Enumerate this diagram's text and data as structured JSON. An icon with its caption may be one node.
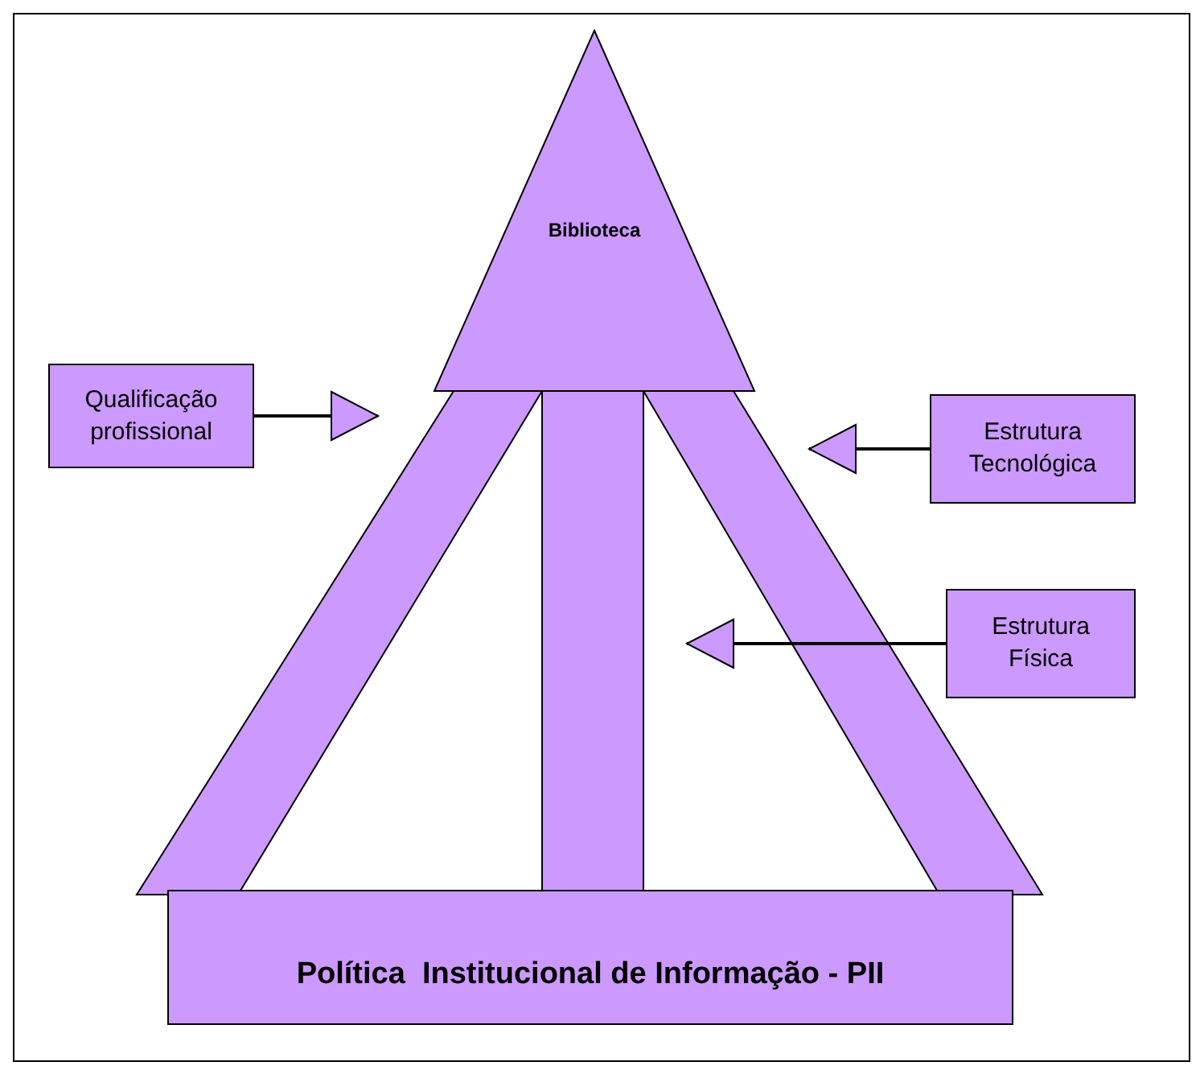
{
  "diagram": {
    "nodes": [
      {
        "text": [
          "Biblioteca"
        ]
      },
      {
        "text": [
          "Qualificação profissional"
        ]
      },
      {
        "text": [
          "Estrutura Tecnológica"
        ]
      },
      {
        "text": [
          "Estrutura Física"
        ]
      },
      {
        "text": [
          "Política  Institucional de Informação - PII"
        ]
      }
    ],
    "edges": [
      {
        "from": 1,
        "to": null,
        "arrow": "to"
      },
      {
        "from": 2,
        "to": null,
        "arrow": "to"
      },
      {
        "from": 3,
        "to": null,
        "arrow": "to"
      }
    ]
  }
}
